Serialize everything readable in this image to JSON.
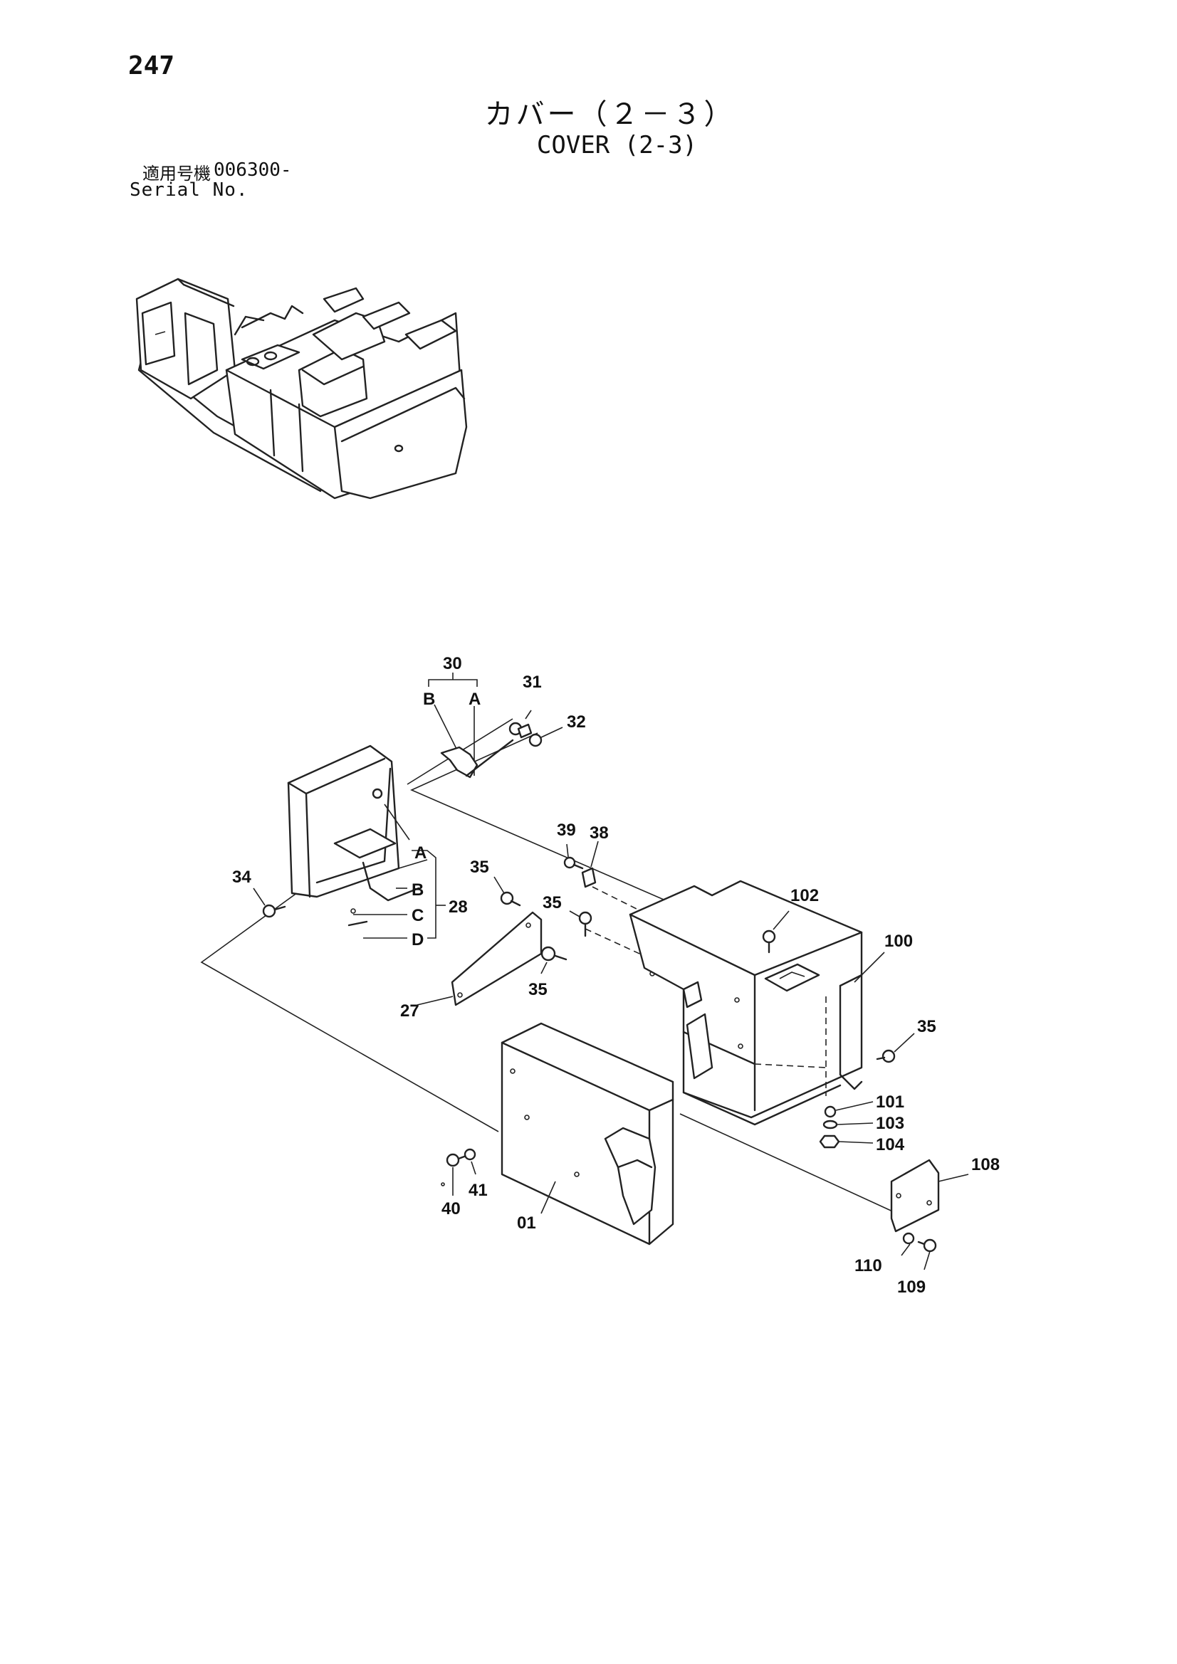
{
  "page": {
    "number": "247",
    "title_jp": "カバー（２－３）",
    "title_en": "COVER (2-3)"
  },
  "serial": {
    "label_jp": "適用号機",
    "value": "006300-",
    "label_en": "Serial No."
  },
  "callouts": {
    "c30": "30",
    "cB1": "B",
    "cA1": "A",
    "c31": "31",
    "c32": "32",
    "c34": "34",
    "cA2": "A",
    "cB2": "B",
    "cC": "C",
    "cD": "D",
    "c28": "28",
    "c35a": "35",
    "c35b": "35",
    "c35c": "35",
    "c35d": "35",
    "c39": "39",
    "c38": "38",
    "c27": "27",
    "c102": "102",
    "c100": "100",
    "c101": "101",
    "c103": "103",
    "c104": "104",
    "c108": "108",
    "c110": "110",
    "c109": "109",
    "c40": "40",
    "c41": "41",
    "c01": "01"
  }
}
